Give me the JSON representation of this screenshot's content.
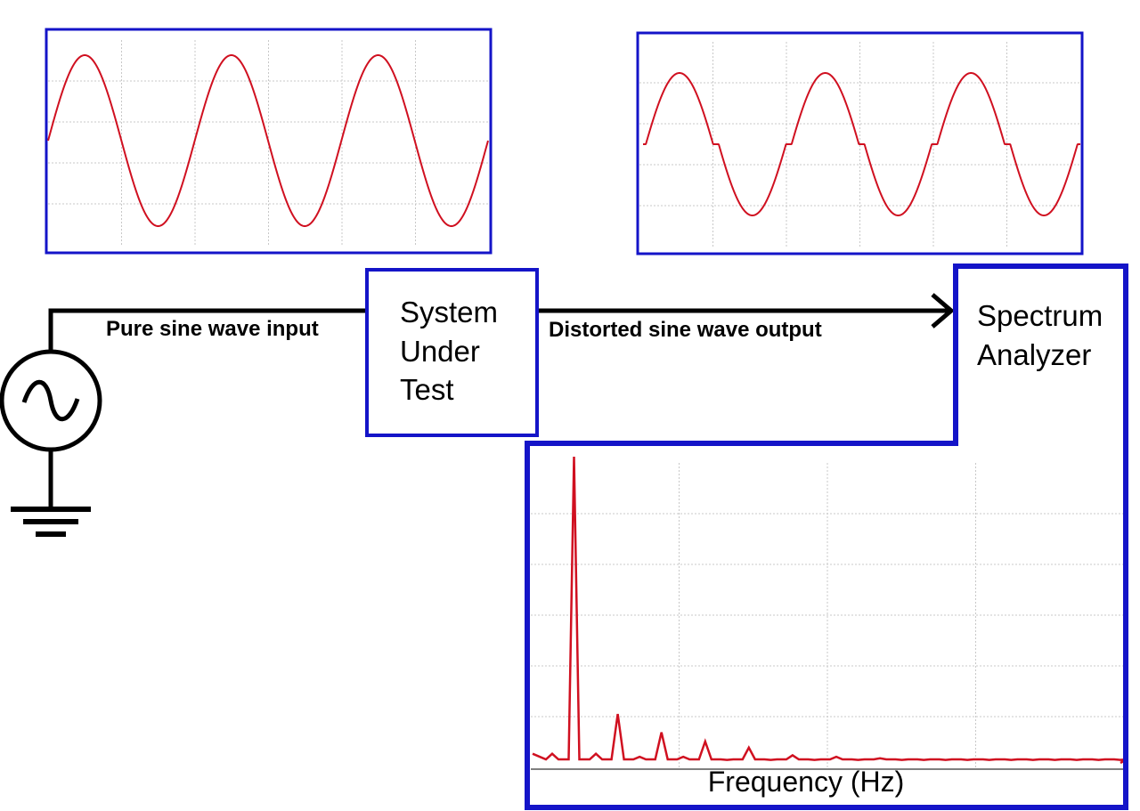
{
  "colors": {
    "frame": "#1414c8",
    "trace": "#d01020",
    "grid": "#c8c8c8",
    "wire": "#000000"
  },
  "labels": {
    "input": "Pure sine wave input",
    "output": "Distorted sine wave output",
    "axis_x": "Frequency (Hz)"
  },
  "system_box": {
    "lines": [
      "System",
      "Under",
      "Test"
    ]
  },
  "analyzer_box": {
    "lines": [
      "Spectrum",
      "Analyzer"
    ]
  },
  "icons": {
    "source": "ac-voltage-source-icon",
    "ground": "ground-icon",
    "arrow": "arrow-head-icon"
  },
  "chart_data": [
    {
      "type": "line",
      "description_role": "input-waveform",
      "cycles": 3,
      "waveform": "pure-sine",
      "grid": true
    },
    {
      "type": "line",
      "description_role": "output-waveform",
      "cycles": 3,
      "waveform": "crossover-distorted-sine",
      "dead_zone_fraction": 0.12,
      "grid": true
    },
    {
      "type": "line",
      "description_role": "spectrum",
      "xlabel": "Frequency (Hz)",
      "grid": true,
      "x": [
        0,
        1,
        2,
        3,
        4,
        5,
        6,
        7,
        8,
        9,
        10,
        11,
        12,
        13,
        14,
        15,
        16,
        17,
        18,
        19,
        20,
        21,
        22,
        23,
        24,
        25,
        26
      ],
      "y": [
        0.03,
        1.0,
        0.03,
        0.16,
        0.02,
        0.1,
        0.02,
        0.07,
        0.01,
        0.05,
        0.01,
        0.025,
        0.01,
        0.02,
        0.01,
        0.015,
        0.01,
        0.01,
        0.01,
        0.01,
        0.01,
        0.01,
        0.01,
        0.01,
        0.01,
        0.01,
        0.01
      ]
    }
  ]
}
